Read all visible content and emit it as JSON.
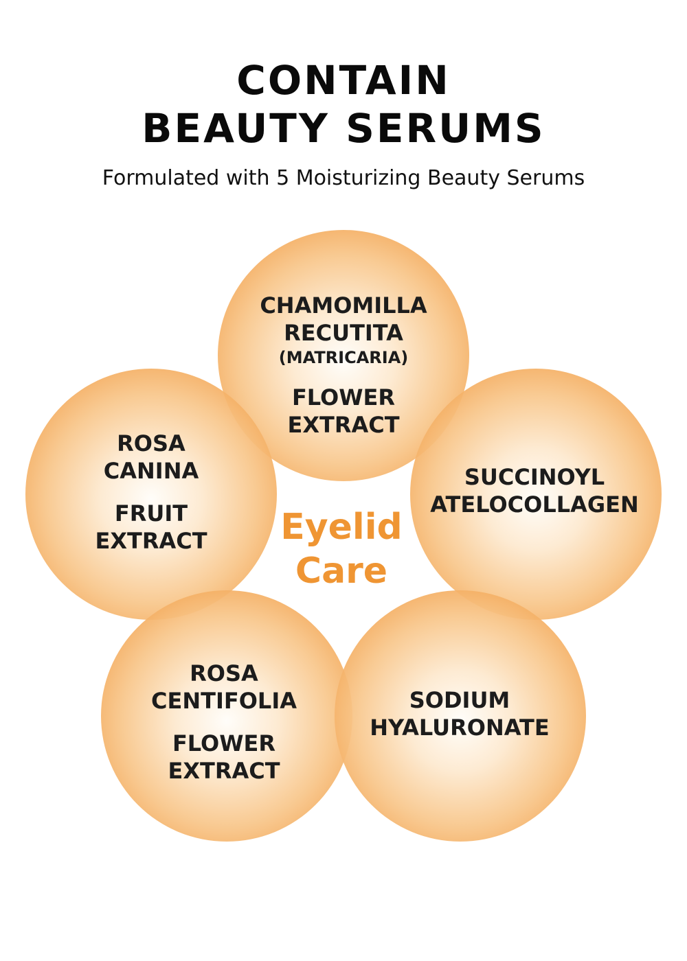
{
  "header": {
    "title_line1": "CONTAIN",
    "title_line2": "BEAUTY SERUMS",
    "subtitle": "Formulated with 5 Moisturizing Beauty Serums"
  },
  "center": {
    "line1": "Eyelid",
    "line2": "Care"
  },
  "ingredients": [
    {
      "lines": [
        "CHAMOMILLA",
        "RECUTITA"
      ],
      "note": "(MATRICARIA)",
      "extra": [
        "FLOWER",
        "EXTRACT"
      ]
    },
    {
      "lines": [
        "SUCCINOYL",
        "ATELOCOLLAGEN"
      ]
    },
    {
      "lines": [
        "SODIUM",
        "HYALURONATE"
      ]
    },
    {
      "lines": [
        "ROSA",
        "CENTIFOLIA"
      ],
      "extra": [
        "FLOWER",
        "EXTRACT"
      ]
    },
    {
      "lines": [
        "ROSA",
        "CANINA"
      ],
      "extra": [
        "FRUIT",
        "EXTRACT"
      ]
    }
  ],
  "colors": {
    "accent": "#ef9533",
    "circle_edge": "#ee9536",
    "circle_center": "#fffdf9",
    "text": "#1c1c1c"
  }
}
